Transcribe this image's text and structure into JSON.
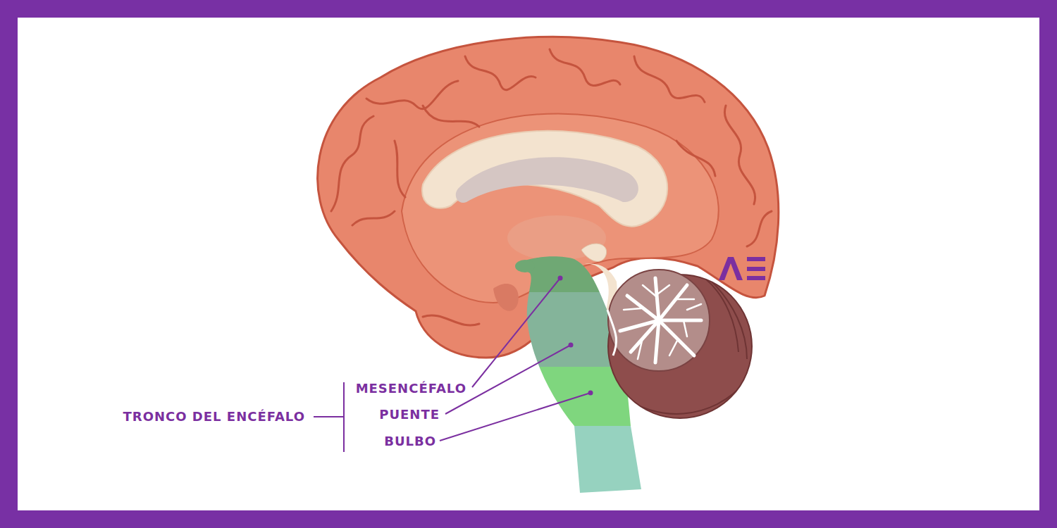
{
  "diagram": {
    "labels": [
      "TRONCO DEL ENCÉFALO",
      "MESENCÉFALO",
      "PUENTE",
      "BULBO"
    ]
  }
}
